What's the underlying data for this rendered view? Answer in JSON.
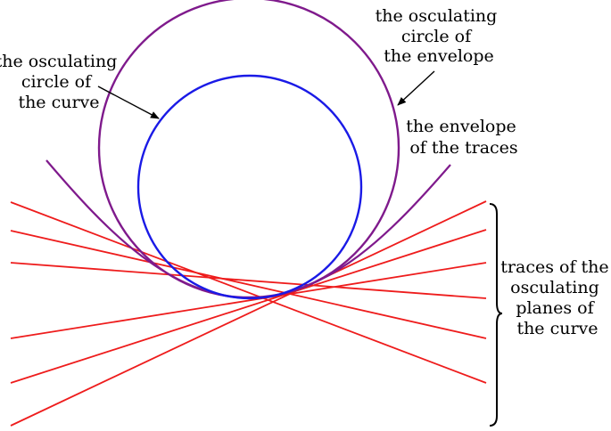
{
  "labels": {
    "osc_circle_envelope": [
      "the osculating",
      "circle of",
      "the envelope"
    ],
    "osc_circle_curve": [
      "the osculating",
      "circle of",
      "the curve"
    ],
    "envelope_of_traces": [
      "the envelope",
      "of the traces"
    ],
    "traces_of_planes": [
      "traces of the",
      "osculating",
      "planes of",
      "the curve"
    ]
  },
  "colors": {
    "trace_lines": "#ee1c1c",
    "envelope": "#7f1a8c",
    "curve_circle": "#1a1ae6",
    "arrows": "#000000",
    "text": "#000000"
  }
}
